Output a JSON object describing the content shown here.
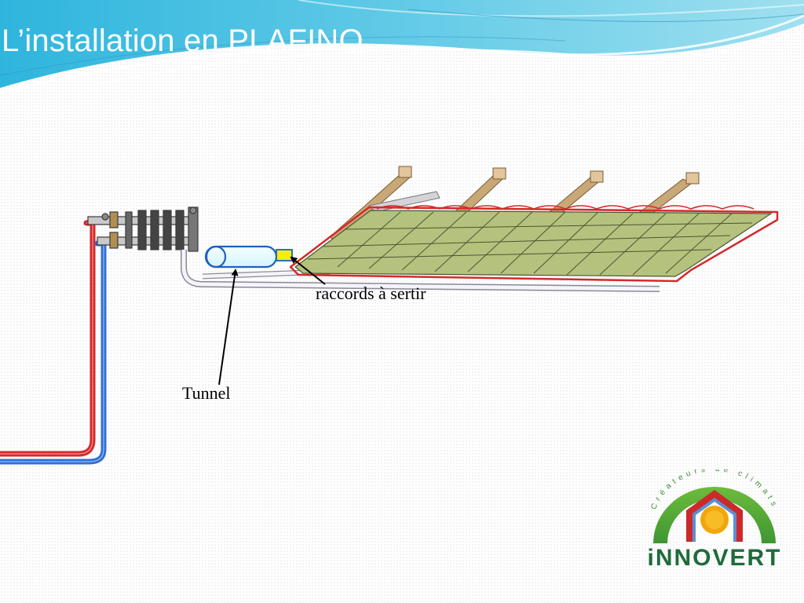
{
  "slide": {
    "title": "L’installation en PLAFINO"
  },
  "diagram": {
    "labels": {
      "fittings": "raccords à sertir",
      "tunnel": "Tunnel"
    },
    "colors": {
      "supply_pipe": "#d42a2a",
      "return_pipe": "#2f6fd6",
      "panel_fill": "#b5c27e",
      "joist_wood": "#c9a878",
      "tunnel_fill": "#e4fbfd",
      "tunnel_stroke": "#1f5fc0",
      "fitting_fill": "#f2ef10"
    }
  },
  "logo": {
    "tagline": "Créateurs de climats",
    "name": "iNNOVERT",
    "colors": {
      "arc": "#4fa33a",
      "sun": "#f2a50c",
      "house_outer": "#cc2a2a",
      "house_inner": "#5a8fd6"
    }
  }
}
